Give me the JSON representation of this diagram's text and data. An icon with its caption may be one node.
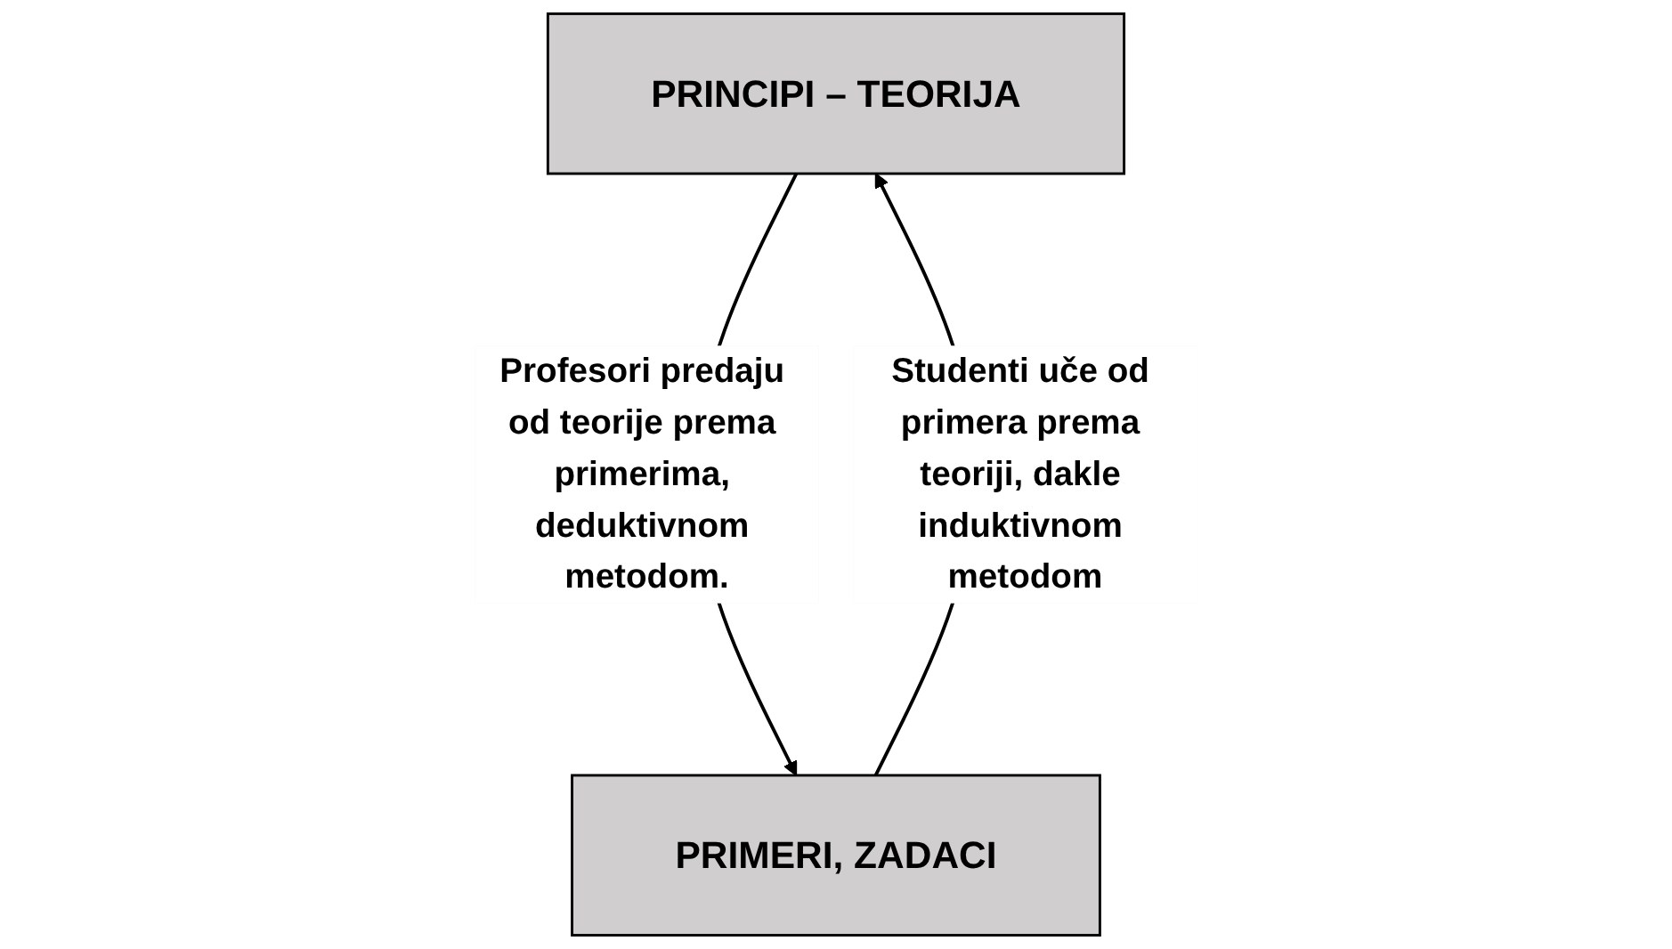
{
  "diagram": {
    "nodes": [
      {
        "text": [
          "PRINCIPI – TEORIJA"
        ]
      },
      {
        "text": [
          "PRIMERI, ZADACI"
        ]
      }
    ],
    "edges": [
      {
        "from": 1,
        "to": 0,
        "arrow": "to",
        "label": "Studenti uče od primera prema teoriji, dakle induktivnom metodom"
      },
      {
        "from": 0,
        "to": 1,
        "arrow": "to",
        "label": "Profesori predaju od teorije prema primerima, deduktivnom metodom."
      }
    ]
  }
}
